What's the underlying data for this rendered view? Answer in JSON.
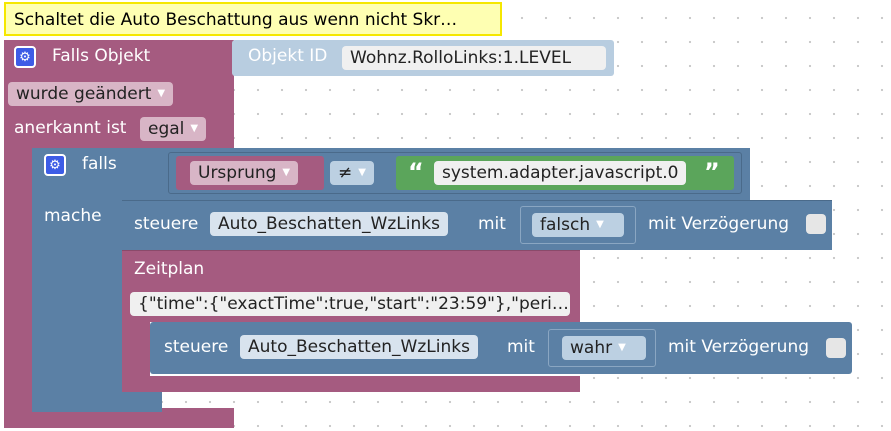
{
  "comment": "Schaltet die Auto Beschattung aus wenn nicht Skr…",
  "trigger": {
    "label": "Falls Objekt",
    "object_label": "Objekt ID",
    "object_id": "Wohnz.RolloLinks:1.LEVEL",
    "event": "wurde geändert",
    "ack_label": "anerkannt ist",
    "ack_value": "egal"
  },
  "if_block": {
    "if_label": "falls",
    "do_label": "mache",
    "left_operand": "Ursprung",
    "operator": "≠",
    "quote_open": "“",
    "quote_close": "”",
    "right_string": "system.adapter.javascript.0"
  },
  "control1": {
    "label": "steuere",
    "target": "Auto_Beschatten_WzLinks",
    "with_label": "mit",
    "value": "falsch",
    "delay_label": "mit Verzögerung"
  },
  "schedule": {
    "label": "Zeitplan",
    "cron": "{\"time\":{\"exactTime\":true,\"start\":\"23:59\"},\"peri…"
  },
  "control2": {
    "label": "steuere",
    "target": "Auto_Beschatten_WzLinks",
    "with_label": "mit",
    "value": "wahr",
    "delay_label": "mit Verzögerung"
  },
  "colors": {
    "event_block": "#a55b80",
    "logic_block": "#5b80a5",
    "text_block": "#5ba55b",
    "gear": "#3d5ce6",
    "comment_bg": "#feffb2"
  }
}
